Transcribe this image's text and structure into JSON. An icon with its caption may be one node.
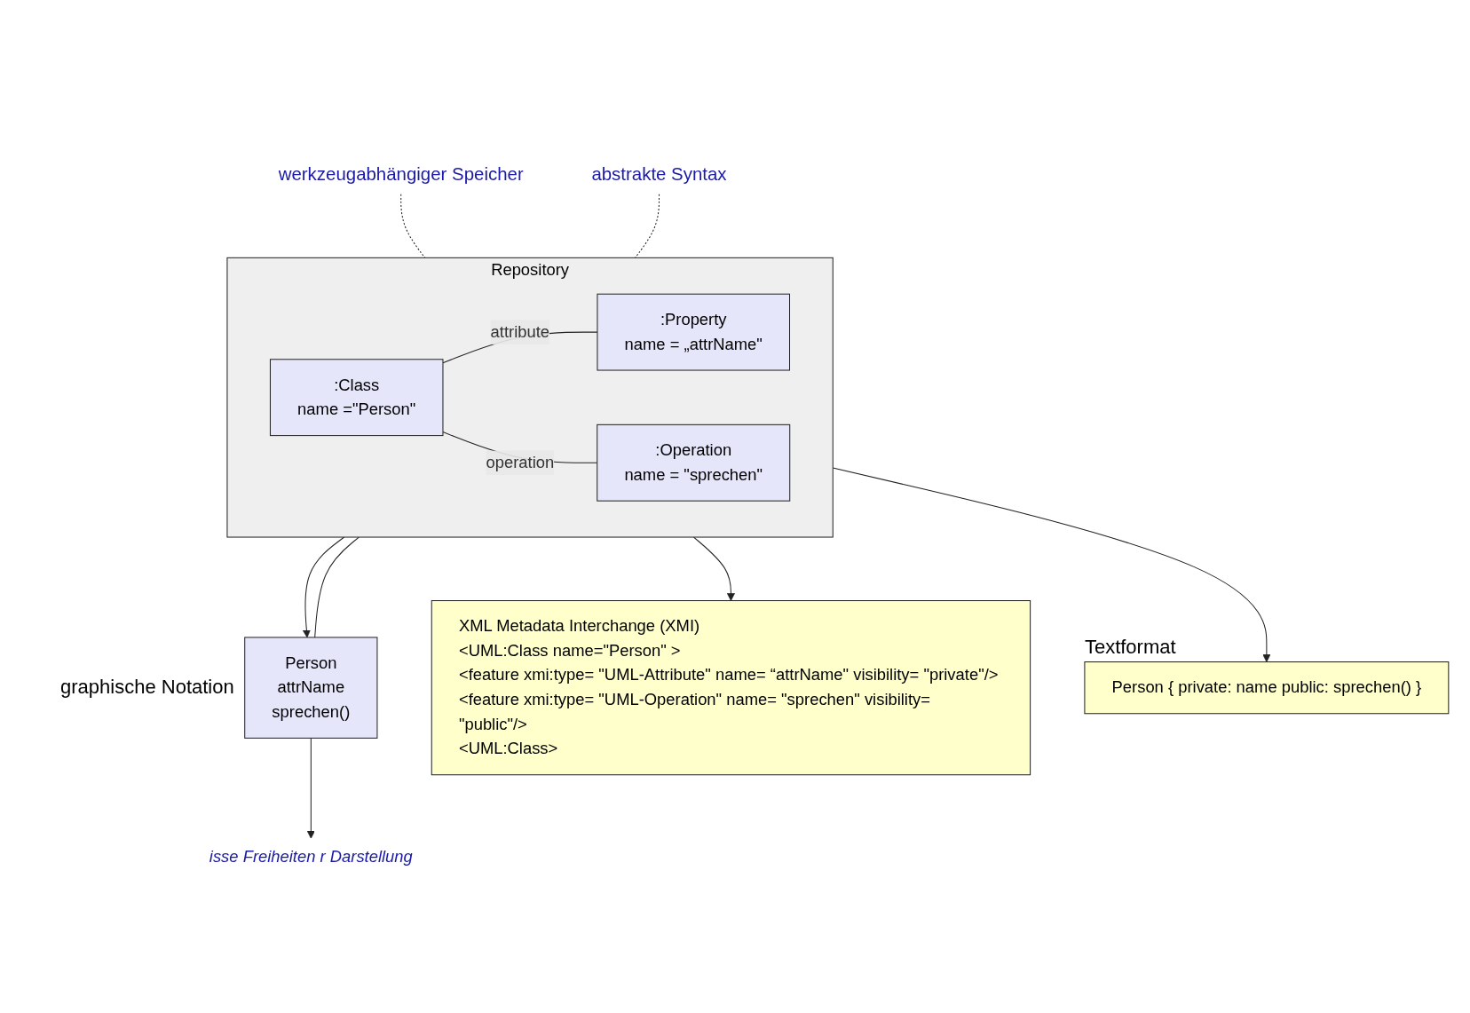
{
  "diagram": {
    "nodes": [
      {
        "text": [
          "werkzeugabhängiger Speicher"
        ]
      },
      {
        "text": [
          "abstrakte Syntax"
        ]
      },
      {
        "text": [
          "Repository"
        ]
      },
      {
        "text": [
          ":Class",
          "name =\"Person\""
        ],
        "in": 2
      },
      {
        "text": [
          ":Property",
          "name = „attrName\""
        ],
        "in": 2
      },
      {
        "text": [
          ":Operation",
          "name = \"sprechen\""
        ],
        "in": 2
      },
      {
        "text": [
          "Person",
          "attrName",
          "sprechen()"
        ],
        "beside": [
          "graphische Notation"
        ]
      },
      {
        "text": [
          "XML Metadata Interchange (XMI)",
          "<UML:Class name=\"Person\" >",
          "<feature xmi:type= \"UML-Attribute\" name= “attrName\" visibility= \"private\"/>",
          "<feature xmi:type= \"UML-Operation\" name= \"sprechen\" visibility= \"public\"/>",
          "<UML:Class>"
        ]
      },
      {
        "text": [
          "Person { private: name public: sprechen() }"
        ],
        "beside": [
          "Textformat"
        ]
      },
      {
        "text": [
          "isse Freiheiten r Darstellung"
        ]
      }
    ],
    "edges": [
      {
        "from": 0,
        "to": 2,
        "arrow": "none",
        "style": "dashed"
      },
      {
        "from": 1,
        "to": 2,
        "arrow": "none",
        "style": "dashed"
      },
      {
        "from": 3,
        "to": 4,
        "arrow": "none",
        "label": "attribute"
      },
      {
        "from": 3,
        "to": 5,
        "arrow": "none",
        "label": "operation"
      },
      {
        "from": 6,
        "to": 2,
        "arrow": "none"
      },
      {
        "from": 2,
        "to": 6,
        "arrow": "to"
      },
      {
        "from": 2,
        "to": 7,
        "arrow": "to"
      },
      {
        "from": 2,
        "to": 8,
        "arrow": "to"
      },
      {
        "from": 6,
        "to": 9,
        "arrow": "to"
      }
    ]
  }
}
